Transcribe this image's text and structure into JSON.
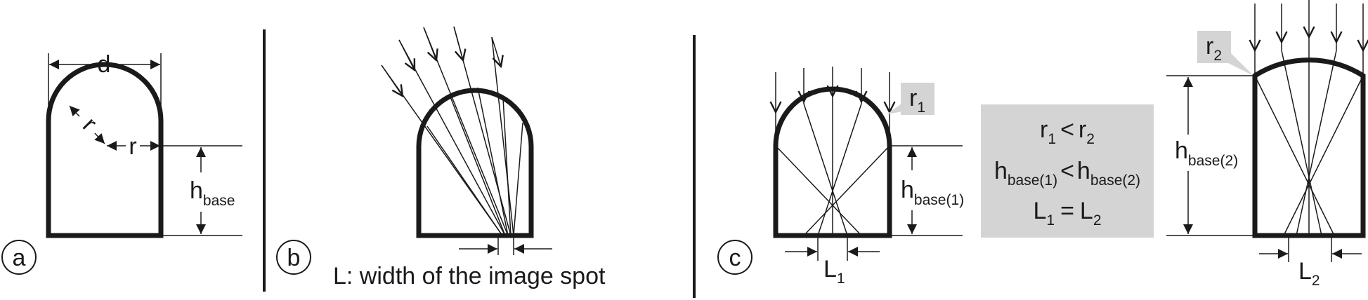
{
  "panel_a": {
    "marker": "a",
    "dim_d": "d",
    "dim_r_arc": "r",
    "dim_r": "r",
    "h_label": "h",
    "h_sub": "base"
  },
  "panel_b": {
    "marker": "b",
    "caption": "L: width of the image spot"
  },
  "panel_c": {
    "marker": "c",
    "r1_main": "r",
    "r1_sub": "1",
    "r2_main": "r",
    "r2_sub": "2",
    "h1_main": "h",
    "h1_sub": "base(1)",
    "h2_main": "h",
    "h2_sub": "base(2)",
    "l1_main": "L",
    "l1_sub": "1",
    "l2_main": "L",
    "l2_sub": "2",
    "box": {
      "line1": {
        "a": "r",
        "a_sub": "1",
        "op": "<",
        "b": "r",
        "b_sub": "2"
      },
      "line2": {
        "a": "h",
        "a_sub": "base(1)",
        "op": "<",
        "b": "h",
        "b_sub": "base(2)"
      },
      "line3": {
        "a": "L",
        "a_sub": "1",
        "op": "=",
        "b": "L",
        "b_sub": "2"
      }
    }
  },
  "colors": {
    "ink": "#1a1a1a",
    "callout_fill": "#d4d4d4"
  }
}
